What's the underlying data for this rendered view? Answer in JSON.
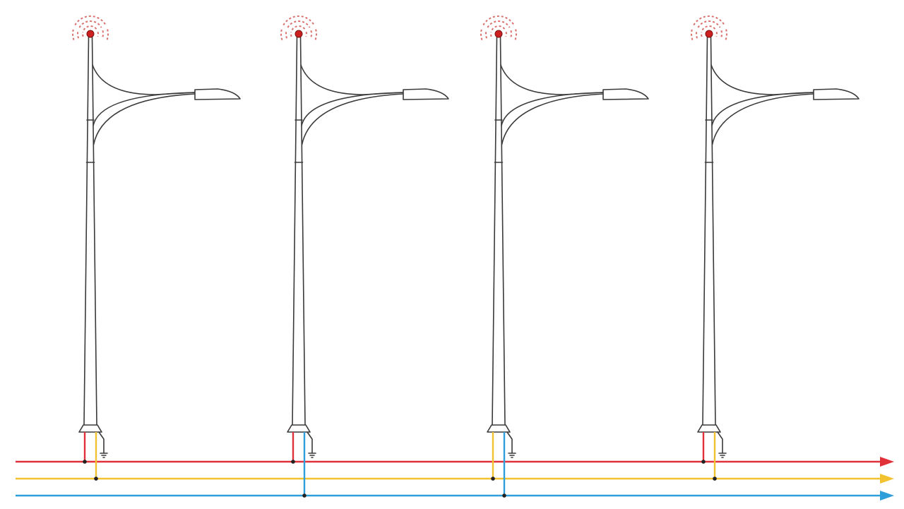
{
  "diagram": {
    "kind": "street-light-pole-network",
    "pole_count": 4,
    "colors": {
      "outline": "#3a3a3a",
      "beacon": "#cc1f1f",
      "signal_waves": "#d9726e",
      "line_red": "#e0303a",
      "line_yellow": "#f2c230",
      "line_blue": "#2f9fdc",
      "junction": "#222222"
    },
    "buses": [
      {
        "id": "red",
        "color_key": "line_red"
      },
      {
        "id": "yellow",
        "color_key": "line_yellow"
      },
      {
        "id": "blue",
        "color_key": "line_blue"
      }
    ],
    "poles": [
      {
        "id": "pole-1",
        "connections": [
          "red",
          "yellow"
        ]
      },
      {
        "id": "pole-2",
        "connections": [
          "red",
          "blue"
        ]
      },
      {
        "id": "pole-3",
        "connections": [
          "yellow",
          "blue"
        ]
      },
      {
        "id": "pole-4",
        "connections": [
          "red",
          "yellow"
        ]
      }
    ],
    "icons": {
      "beacon": "wireless-beacon-icon",
      "ground": "ground-symbol-icon",
      "arrow": "arrow-head-icon"
    }
  }
}
